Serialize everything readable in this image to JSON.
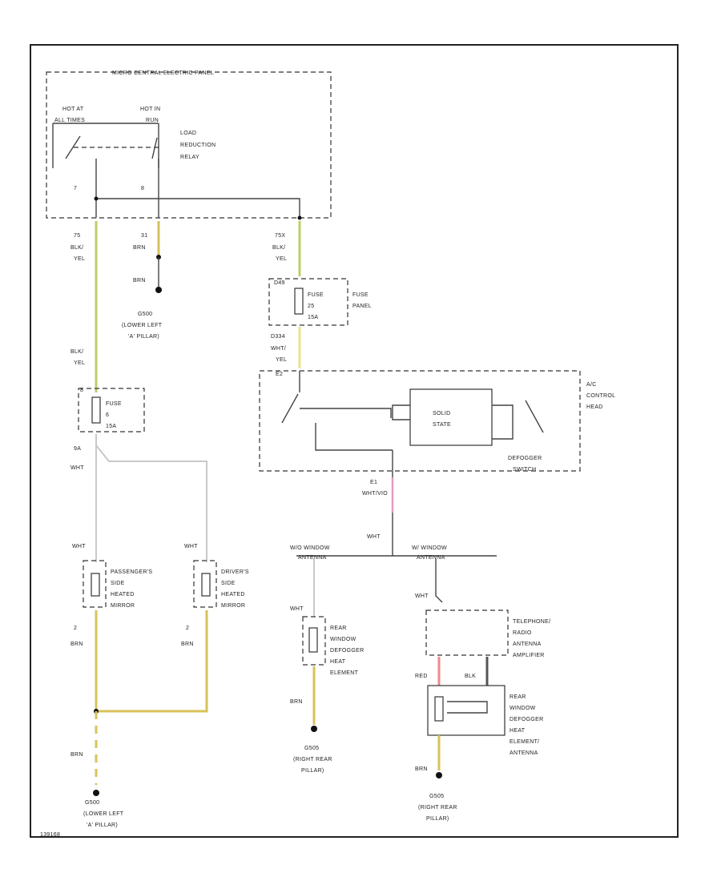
{
  "panel": {
    "title": "MICRO CENTRAL ELECTRIC PANEL",
    "hot_at_all_times": [
      "HOT AT",
      "ALL TIMES"
    ],
    "hot_in_run": [
      "HOT IN",
      "RUN"
    ],
    "relay_label": [
      "LOAD",
      "REDUCTION",
      "RELAY"
    ],
    "pin_left": "7",
    "pin_right": "8"
  },
  "left_branch": {
    "wire_num": "75",
    "wire_color1": [
      "BLK/",
      "YEL"
    ],
    "wire_color2": [
      "BLK/",
      "YEL"
    ],
    "pin31": "31",
    "brn1": "BRN",
    "brn2": "BRN",
    "ground_label": [
      "G500",
      "(LOWER LEFT",
      "'A' PILLAR)"
    ]
  },
  "fuse_panel": {
    "wire_top": "75X",
    "wire_top_color": [
      "BLK/",
      "YEL"
    ],
    "pin_top": "D49",
    "fuse_label": [
      "FUSE",
      "25",
      "15A"
    ],
    "panel_label": [
      "FUSE",
      "PANEL"
    ],
    "wire_bottom": "D334",
    "wire_bottom_color": [
      "WHT/",
      "YEL"
    ]
  },
  "fuse6": {
    "pin": "8",
    "label": [
      "FUSE",
      "6",
      "15A"
    ],
    "out_pin": "9A",
    "out_color": "WHT"
  },
  "ac_head": {
    "pin_in": "E2",
    "solid_state": [
      "SOLID",
      "STATE"
    ],
    "switch_label": [
      "DEFOGGER",
      "SWITCH"
    ],
    "head_label": [
      "A/C",
      "CONTROL",
      "HEAD"
    ],
    "out_pin": "E1",
    "out_color": "WHT/VIO",
    "wht": "WHT"
  },
  "mirrors": {
    "passenger": [
      "PASSENGER'S",
      "SIDE",
      "HEATED",
      "MIRROR"
    ],
    "driver": [
      "DRIVER'S",
      "SIDE",
      "HEATED",
      "MIRROR"
    ],
    "wht": "WHT",
    "pin2": "2",
    "brn": "BRN",
    "ground_label": [
      "G500",
      "(LOWER LEFT",
      "'A' PILLAR)"
    ]
  },
  "rear": {
    "wo_antenna": [
      "W/O WINDOW",
      "ANTENNA"
    ],
    "w_antenna": [
      "W/ WINDOW",
      "ANTENNA"
    ],
    "element": [
      "REAR",
      "WINDOW",
      "DEFOGGER",
      "HEAT",
      "ELEMENT"
    ],
    "element_antenna": [
      "REAR",
      "WINDOW",
      "DEFOGGER",
      "HEAT",
      "ELEMENT/",
      "ANTENNA"
    ],
    "amp": [
      "TELEPHONE/",
      "RADIO",
      "ANTENNA",
      "AMPLIFIER"
    ],
    "wht": "WHT",
    "brn": "BRN",
    "red": "RED",
    "blk": "BLK",
    "ground_label": [
      "G505",
      "(RIGHT REAR",
      "PILLAR)"
    ]
  },
  "footer": "139168"
}
